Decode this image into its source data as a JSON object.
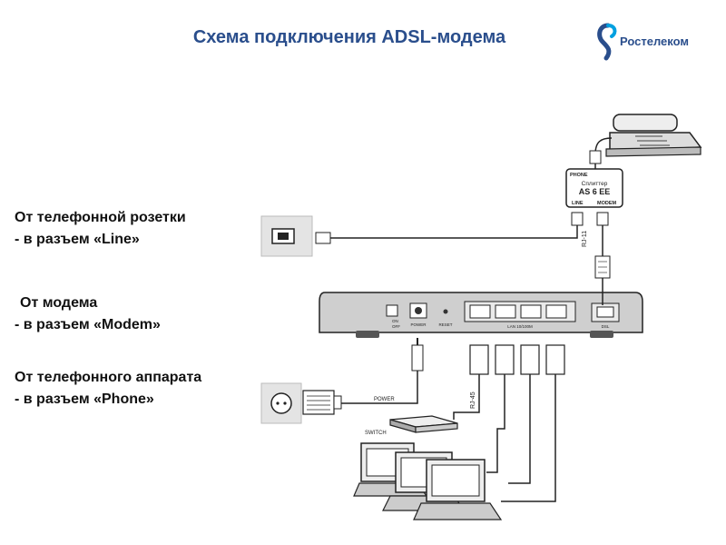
{
  "header": {
    "title": "Схема подключения ADSL-модема",
    "brand": "Ростелеком",
    "brand_color": "#2a4e8c",
    "logo_icon": "rostelecom-logo-icon"
  },
  "labels": {
    "line": [
      "От телефонной розетки",
      "- в разъем «Line»"
    ],
    "modem": [
      "От модема",
      "- в разъем «Modem»"
    ],
    "phone": [
      "От телефонного аппарата",
      "- в разъем «Phone»"
    ]
  },
  "splitter": {
    "phone_port": "PHONE",
    "name": "Сплиттер",
    "model": "AS 6 EE",
    "line_port": "LINE",
    "modem_port": "MODEM"
  },
  "modem": {
    "on_label": "ON",
    "off_label": "OFF",
    "power_label": "POWER",
    "reset_label": "RESET",
    "lan_label": "LAN 10/100M",
    "dsl_label": "DSL"
  },
  "cables": {
    "rj11": "RJ-11",
    "rj45": "RJ-45",
    "power": "POWER",
    "switch": "SWITCH"
  }
}
